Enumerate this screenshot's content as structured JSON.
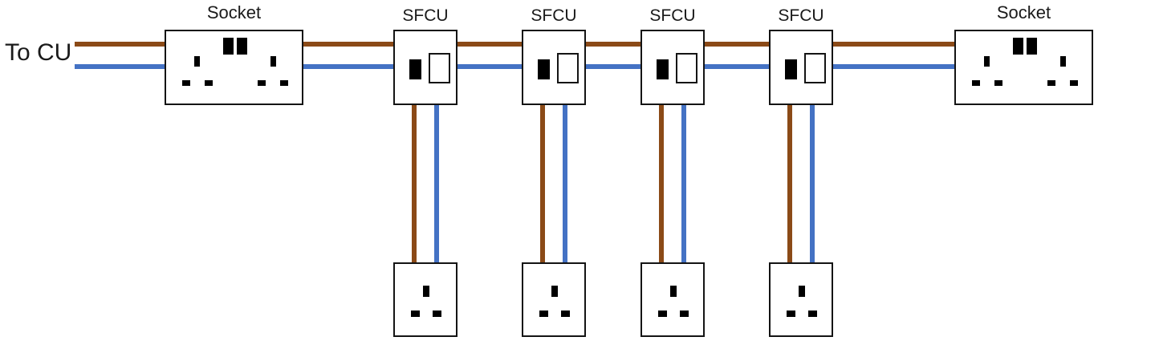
{
  "diagram": {
    "left_label": "To CU",
    "colors": {
      "live_brown": "#8B4A17",
      "neutral_blue": "#4472C4",
      "box_border": "#141414",
      "pin_black": "#000000",
      "text": "#1A1A1A"
    },
    "units": [
      {
        "id": "socket-left",
        "type": "double-socket",
        "label": "Socket"
      },
      {
        "id": "sfcu-1",
        "type": "sfcu",
        "label": "SFCU"
      },
      {
        "id": "sfcu-2",
        "type": "sfcu",
        "label": "SFCU"
      },
      {
        "id": "sfcu-3",
        "type": "sfcu",
        "label": "SFCU"
      },
      {
        "id": "sfcu-4",
        "type": "sfcu",
        "label": "SFCU"
      },
      {
        "id": "socket-right",
        "type": "double-socket",
        "label": "Socket"
      }
    ],
    "spur_sockets": [
      {
        "id": "spur-socket-1",
        "fed_by": "sfcu-1"
      },
      {
        "id": "spur-socket-2",
        "fed_by": "sfcu-2"
      },
      {
        "id": "spur-socket-3",
        "fed_by": "sfcu-3"
      },
      {
        "id": "spur-socket-4",
        "fed_by": "sfcu-4"
      }
    ]
  }
}
